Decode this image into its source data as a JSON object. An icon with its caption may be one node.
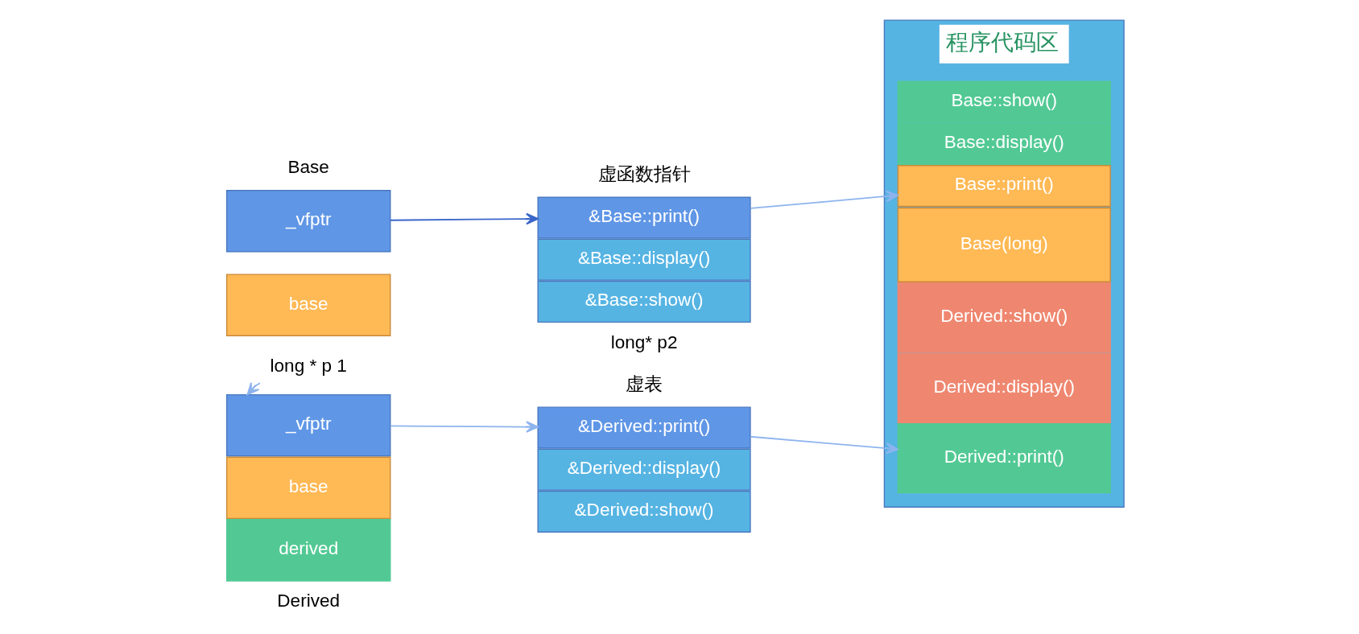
{
  "diagram": {
    "nodes": [
      {
        "text": [
          "_vfptr"
        ]
      },
      {
        "text": [
          "base"
        ]
      },
      {
        "text": [
          "&Base::print()"
        ]
      },
      {
        "text": [
          "&Base::display()"
        ]
      },
      {
        "text": [
          "&Base::show()"
        ]
      },
      {
        "text": [
          "程序代码区"
        ]
      },
      {
        "text": [
          "Base(long)"
        ],
        "in": 5
      },
      {
        "text": [
          "Base::print()"
        ],
        "in": 5
      },
      {
        "text": [
          "Base::display()"
        ],
        "in": 5
      },
      {
        "text": [
          "Base::show()"
        ],
        "in": 5
      },
      {
        "text": [
          "Derived::print()"
        ],
        "in": 5
      },
      {
        "text": [
          "Derived::display()"
        ],
        "in": 5
      },
      {
        "text": [
          "Derived::show()"
        ],
        "in": 5
      },
      {
        "text": [
          "long * p 1"
        ]
      },
      {
        "text": [
          "_vfptr"
        ]
      },
      {
        "text": [
          "base"
        ]
      },
      {
        "text": [
          "derived"
        ]
      },
      {
        "text": [
          "&Derived::print()"
        ]
      },
      {
        "text": [
          "&Derived::display()"
        ]
      },
      {
        "text": [
          "&Derived::show()"
        ]
      }
    ],
    "edges": [
      {
        "from": 0,
        "to": 2,
        "arrow": "to",
        "color": "#3a66c9"
      },
      {
        "from": 2,
        "to": 7,
        "arrow": "to"
      },
      {
        "from": 13,
        "to": 14,
        "arrow": "to"
      },
      {
        "from": 14,
        "to": 17,
        "arrow": "to"
      },
      {
        "from": 17,
        "to": 10,
        "arrow": "to"
      }
    ],
    "labels": [
      "Base",
      "虚函数指针",
      "long* p2",
      "虚表",
      "Derived"
    ]
  }
}
